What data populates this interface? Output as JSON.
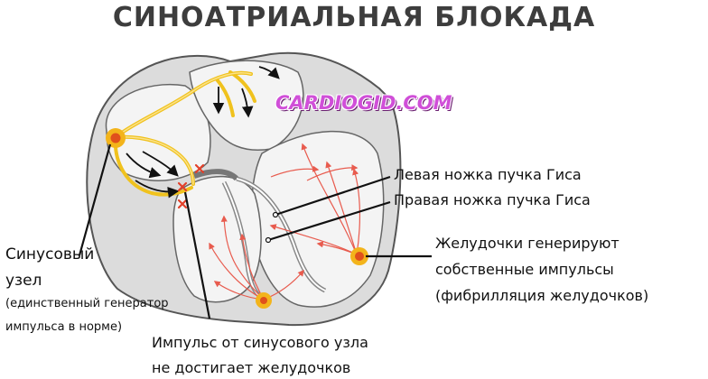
{
  "title": "СИНОАТРИАЛЬНАЯ БЛОКАДА",
  "watermark": "CARDIOGID.COM",
  "labels": {
    "left_bundle": "Левая ножка пучка Гиса",
    "right_bundle": "Правая ножка пучка Гиса",
    "ventricles_line1": "Желудочки генерируют",
    "ventricles_line2": "собственные импульсы",
    "ventricles_line3": "(фибрилляция желудочков)",
    "sinus_line1": "Синусовый",
    "sinus_line2": "узел",
    "sinus_line3": "(единственный генератор",
    "sinus_line4": "импульса в норме)",
    "impulse_line1": "Импульс от синусового узла",
    "impulse_line2": "не достигает желудочков"
  },
  "colors": {
    "pathway": "#f0c21e",
    "node_outer": "#f3b41b",
    "node_core": "#e0501c",
    "impulse_arrow": "#e85b4e",
    "block_mark": "#e2402a",
    "heart_fill": "#dcdcdc",
    "chamber_fill": "#f4f4f4"
  }
}
